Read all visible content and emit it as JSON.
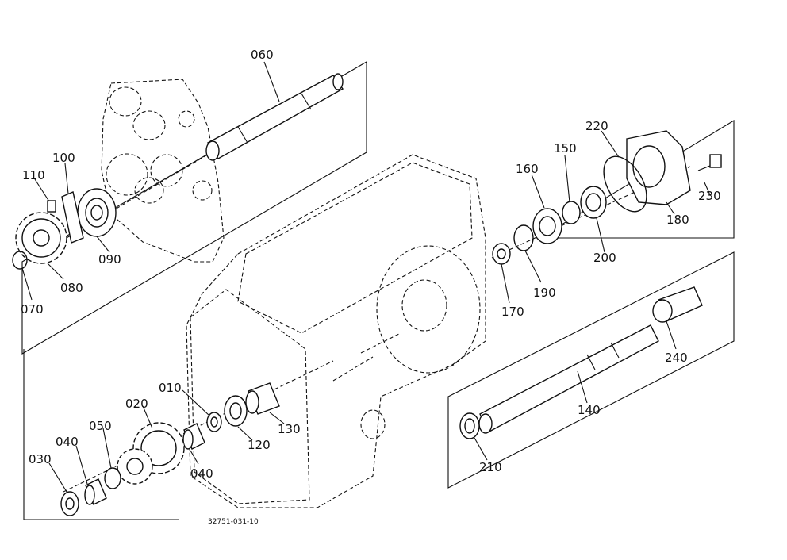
{
  "diagram": {
    "drawing_number": "32751-031-10",
    "labels": {
      "p060": "060",
      "p100": "100",
      "p110": "110",
      "p090": "090",
      "p080": "080",
      "p070": "070",
      "p220": "220",
      "p150": "150",
      "p160": "160",
      "p230": "230",
      "p180": "180",
      "p200": "200",
      "p190": "190",
      "p170": "170",
      "p240": "240",
      "p140": "140",
      "p210": "210",
      "p010": "010",
      "p020": "020",
      "p050": "050",
      "p040a": "040",
      "p030": "030",
      "p040b": "040",
      "p120": "120",
      "p130": "130"
    }
  }
}
